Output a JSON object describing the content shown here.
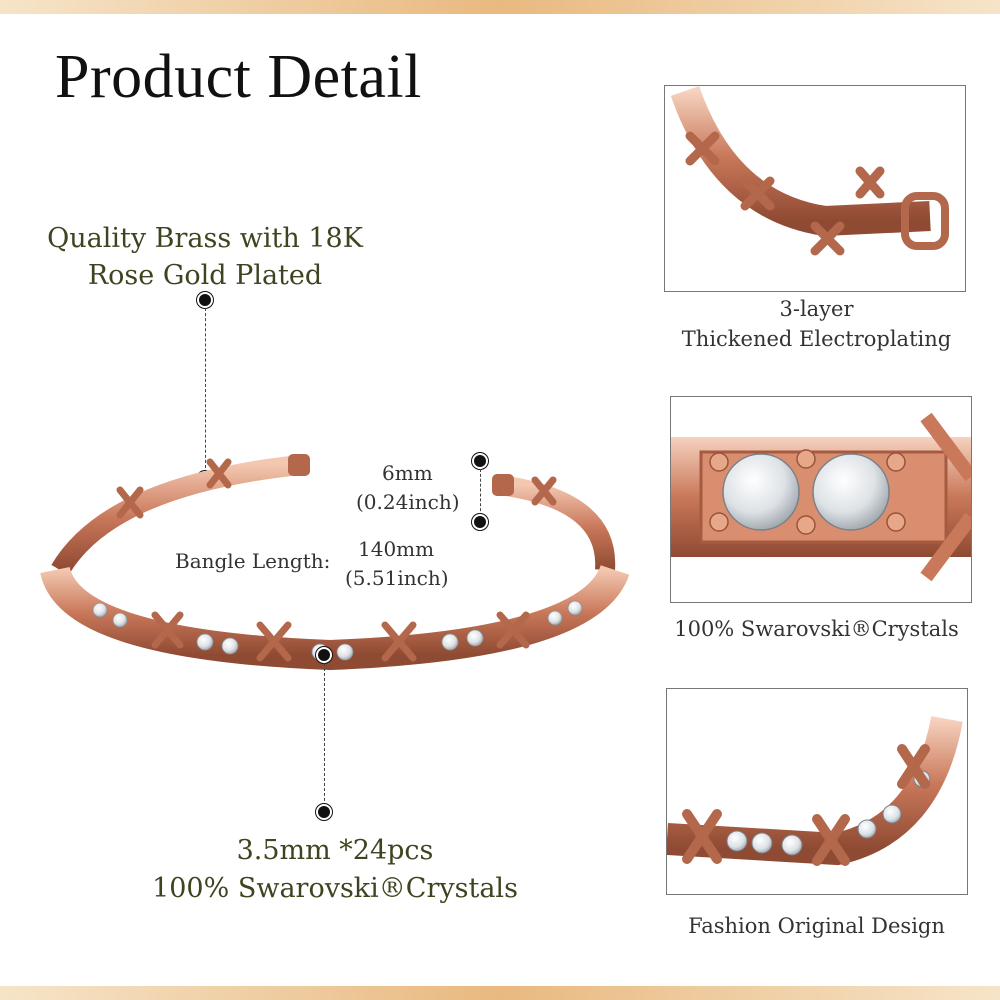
{
  "title": "Product Detail",
  "material": {
    "line1": "Quality Brass with 18K",
    "line2": "Rose Gold Plated"
  },
  "width": {
    "mm": "6mm",
    "inch": "(0.24inch)"
  },
  "length": {
    "label": "Bangle Length:",
    "mm": "140mm",
    "inch": "(5.51inch)"
  },
  "crystals": {
    "line1": "3.5mm *24pcs",
    "line2": "100% Swarovski®Crystals"
  },
  "panels": [
    {
      "line1": "3-layer",
      "line2": "Thickened Electroplating"
    },
    {
      "line1": "100% Swarovski®Crystals"
    },
    {
      "line1": "Fashion Original Design"
    }
  ],
  "colors": {
    "rose_gold": "#c9785a",
    "rose_gold_light": "#eab79d",
    "olive_text": "#3f4420",
    "band": "#e9b980"
  }
}
